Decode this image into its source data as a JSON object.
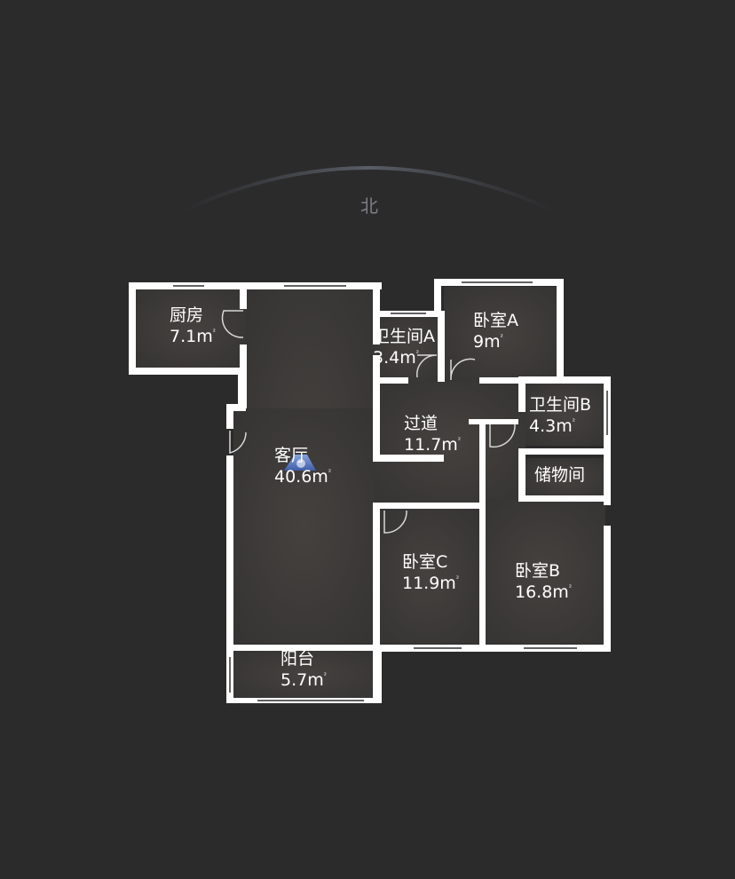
{
  "compass": {
    "label": "北"
  },
  "rooms": [
    {
      "id": "kitchen",
      "name": "厨房",
      "area": "7.1m",
      "unit": "²"
    },
    {
      "id": "living",
      "name": "客厅",
      "area": "40.6m",
      "unit": "²"
    },
    {
      "id": "bath-a",
      "name": "卫生间A",
      "area": "3.4m",
      "unit": "²"
    },
    {
      "id": "bedroom-a",
      "name": "卧室A",
      "area": "9m",
      "unit": "²"
    },
    {
      "id": "hallway",
      "name": "过道",
      "area": "11.7m",
      "unit": "²"
    },
    {
      "id": "bath-b",
      "name": "卫生间B",
      "area": "4.3m",
      "unit": "²"
    },
    {
      "id": "storage",
      "name": "储物间",
      "area": "",
      "unit": ""
    },
    {
      "id": "bedroom-c",
      "name": "卧室C",
      "area": "11.9m",
      "unit": "²"
    },
    {
      "id": "bedroom-b",
      "name": "卧室B",
      "area": "16.8m",
      "unit": "²"
    },
    {
      "id": "balcony",
      "name": "阳台",
      "area": "5.7m",
      "unit": "²"
    }
  ],
  "colors": {
    "background": "#2b2b2c",
    "wall": "#ffffff",
    "floor": "#3b3a39",
    "compass_arc": "#4a4d55",
    "viewer_marker": "#6f8fd6"
  }
}
